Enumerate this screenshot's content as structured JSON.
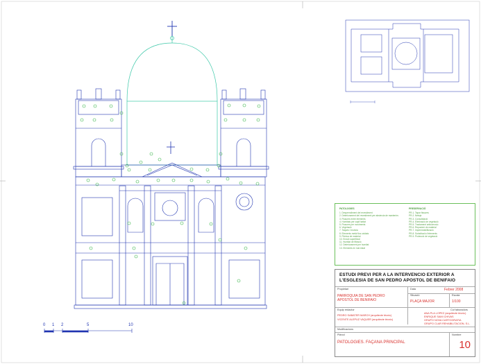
{
  "title_block": {
    "title_line1": "ESTUDI PREVI PER A LA INTERVENCIO EXTERIOR A",
    "title_line2": "L'ESGLESIA DE SAN PEDRO APOSTOL DE BENIFAIO",
    "propietari_label": "Propietari",
    "propietari_line1": "PARROQUIA DE SAN PEDRO",
    "propietari_line2": "APOSTOL DE BENIFAIO",
    "data_label": "Data",
    "data_value": "Febrer 2008",
    "situacio_label": "Situació",
    "situacio_value": "PLAÇA MAJOR",
    "escala_label": "Escala",
    "escala_value": "1/100",
    "equip_label": "Equip redactor",
    "equip_line1": "PEDRO SABATER MARCH (arquitecte tècnic)",
    "equip_line2": "VICENTE ALEPUZ VAQUER (arquitecte tècnic)",
    "colab_label": "Col·laboradors",
    "colab_1": "ANA PLA LOPEZ (arquitecte tècnic)",
    "colab_2": "ENRIQUE SAMI CHIVAS",
    "colab_3": "GRUPO NOVA CARTOGRAFIA",
    "colab_4": "GRUPO CLAR REHABILITACION, S.L.",
    "modif_label": "Modificacions",
    "pla_label": "Plànol",
    "pla_value": "PATOLOGIES. FAÇANA PRINCIPAL",
    "nombre_label": "Nombre",
    "nombre_value": "10"
  },
  "legend": {
    "patologies_title": "PATOLOGIES",
    "patologies": [
      "1. Desprendiment del revestiment",
      "2. Deteriorament del revestiment per absència de mantenim.",
      "3. Fissures entre elements",
      "4. Humitats per capil·laritat",
      "5. Fissures per moviments",
      "6. Vegetació",
      "7. Taques i brutícia",
      "8. Elements metàl·lics oxidats",
      "9. Pèrdua de material",
      "10. Erosió superficial",
      "11. Humitat de filtració",
      "12. Deteriorament per humitat",
      "13. Elements en mal estat"
    ],
    "preservacio_title": "PRESERVACIÓ",
    "preservacio": [
      "PR-1. Tapar fissures",
      "PR-2. Neteja",
      "PR-3. Consolidació",
      "PR-4. Eliminació de vegetació",
      "PR-5. Tractament anticorrosiu",
      "PR-6. Reposició de material",
      "PR-7. Impermeabilització",
      "PR-8. Substitució d'elements",
      "PR-9. Protecció de vegetació"
    ]
  },
  "scale_bar": {
    "labels": [
      "0",
      "1",
      "2",
      "5",
      "10"
    ]
  },
  "colors": {
    "line": "#2035b0",
    "accent": "#3cc8a8",
    "marker": "#39b54a",
    "red": "#d8302c"
  }
}
